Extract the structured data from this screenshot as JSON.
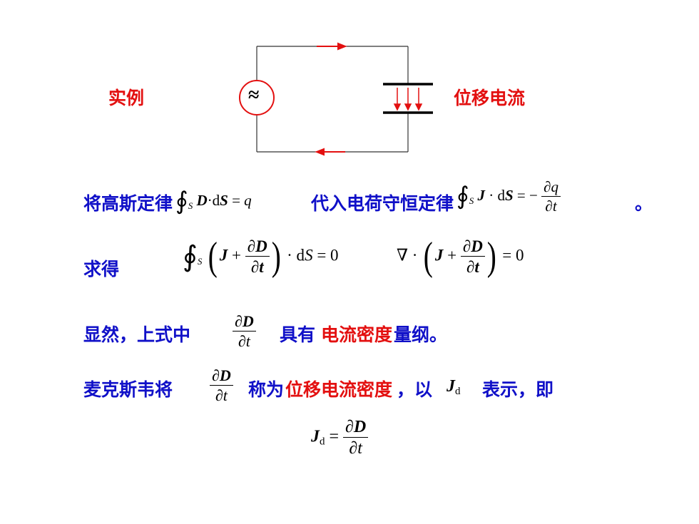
{
  "circuit": {
    "left_label": "实例",
    "right_label": "位移电流",
    "source_symbol": "≈"
  },
  "line1": {
    "a": "将高斯定律",
    "b": "代入电荷守恒定律",
    "end": "。"
  },
  "line2": {
    "label": "求得"
  },
  "line3": {
    "a": "显然，上式中",
    "b": "具有",
    "c_red": "电流密度",
    "d": "量纲。"
  },
  "line4": {
    "a": "麦克斯韦将",
    "b": "称为",
    "c_red": "位移电流密度",
    "d": "，以",
    "e": "表示，即"
  },
  "colors": {
    "blue": "#1010c8",
    "red": "#e31010",
    "black": "#000000"
  }
}
